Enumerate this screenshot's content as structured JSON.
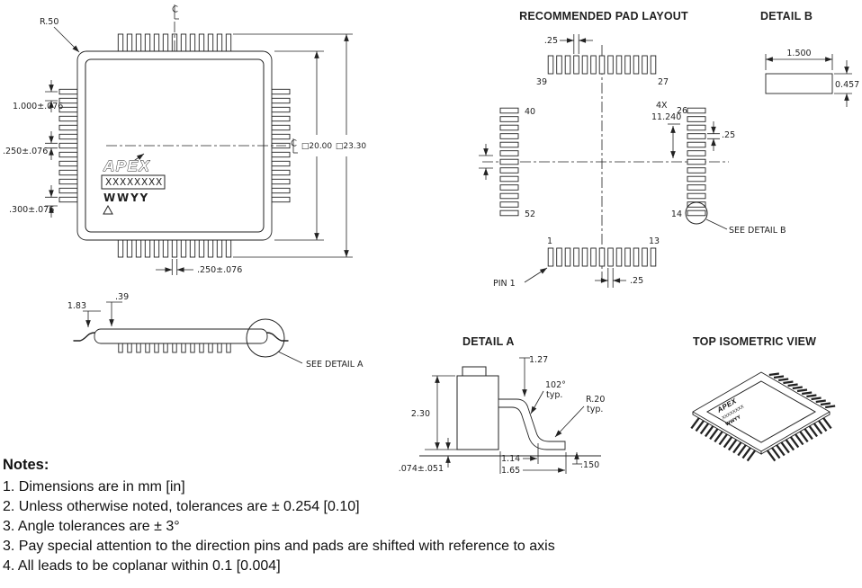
{
  "colors": {
    "ink": "#1f1f1f",
    "background": "#ffffff"
  },
  "top_view": {
    "corner_radius": "R.50",
    "lead_pitch": "1.000±.076",
    "lead_width": ".250±.076",
    "lead_offset": ".300±.076",
    "body_size": "□20.00",
    "lead_span": "□23.30",
    "lead_width_bottom": ".250±.076",
    "marking": {
      "line1": "APEX",
      "line2": "XXXXXXXX",
      "line3": "WWYY"
    }
  },
  "side_view": {
    "height": "1.83",
    "standoff": ".39",
    "callout": "SEE DETAIL A"
  },
  "pad_layout": {
    "title": "RECOMMENDED PAD LAYOUT",
    "pad_width_top": ".25",
    "pad_width_bottom": ".25",
    "pad_width_right": ".25",
    "span_qty": "4X",
    "span": "11.240",
    "pin_39": "39",
    "pin_27": "27",
    "pin_40": "40",
    "pin_52": "52",
    "pin_26": "26",
    "pin_14": "14",
    "pin_1": "1",
    "pin_13": "13",
    "pin1_label": "PIN 1",
    "callout": "SEE DETAIL B"
  },
  "detail_b": {
    "title": "DETAIL B",
    "pad_length": "1.500",
    "pad_width": "0.457"
  },
  "detail_a": {
    "title": "DETAIL A",
    "lead_top": "1.27",
    "angle": "102°",
    "angle_typ": "typ.",
    "radius": "R.20",
    "radius_typ": "typ.",
    "body_height": "2.30",
    "foot_inner": "1.14",
    "foot_outer": "1.65",
    "foot_height": ".150",
    "standoff": ".074±.051"
  },
  "isometric": {
    "title": "TOP ISOMETRIC VIEW",
    "marking": {
      "line1": "APEX",
      "line2": "XXXXXXXX",
      "line3": "WWYY"
    }
  },
  "notes": {
    "heading": "Notes:",
    "items": [
      "1. Dimensions are in mm [in]",
      "2. Unless otherwise noted, tolerances are ± 0.254 [0.10]",
      "3. Angle tolerances are ± 3°",
      "3. Pay special attention to the direction pins and pads are shifted with reference to axis",
      "4. All leads to be coplanar within 0.1 [0.004]"
    ]
  },
  "icons": {
    "centerline": "centre-line symbol ℄",
    "index_mark": "pin-1 index triangle △"
  }
}
